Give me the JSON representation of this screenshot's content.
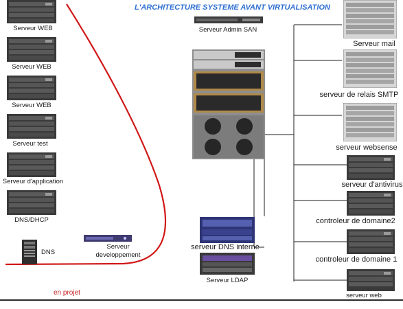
{
  "title": "L'ARCHITECTURE SYSTEME AVANT VIRTUALISATION",
  "left_servers": [
    {
      "label": "Serveur WEB"
    },
    {
      "label": "Serveur WEB"
    },
    {
      "label": "Serveur WEB"
    },
    {
      "label": "Serveur test"
    },
    {
      "label": "Serveur d'application"
    },
    {
      "label": "DNS/DHCP"
    }
  ],
  "dns": {
    "label": "DNS"
  },
  "dev_server": {
    "label_line1": "Serveur",
    "label_line2": "developpement"
  },
  "en_projet": "en projet",
  "center": {
    "admin_san": "Serveur Admin SAN",
    "dns_interne": "serveur DNS interne",
    "ldap": "Serveur LDAP"
  },
  "right_servers": [
    {
      "label": "Serveur mail"
    },
    {
      "label": "serveur de relais SMTP"
    },
    {
      "label": "serveur websense"
    },
    {
      "label": "serveur d'antivirus"
    },
    {
      "label": "controleur de domaine2"
    },
    {
      "label": "controleur de domaine 1"
    },
    {
      "label": "serveur web"
    }
  ],
  "colors": {
    "title": "#2f6fd1",
    "projet_line": "#d01818",
    "connector": "#1e1e1e"
  }
}
